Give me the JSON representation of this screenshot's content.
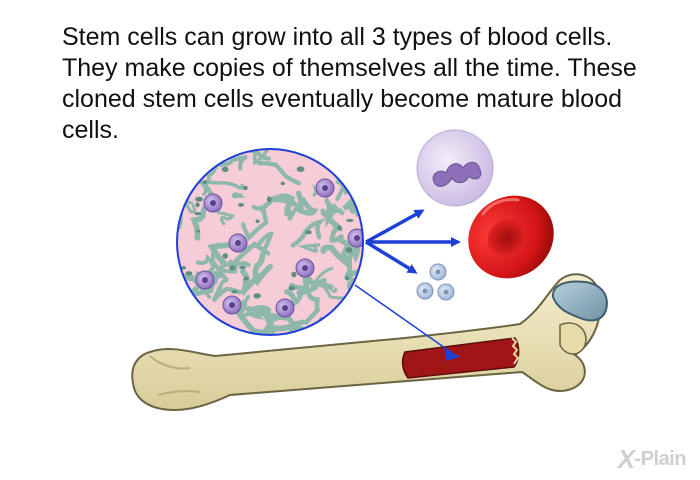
{
  "caption": "Stem cells can grow into all 3 types of blood cells. They make copies of themselves all the time. These cloned stem cells eventually become mature blood cells.",
  "logo": {
    "mark": "X",
    "text": "-Plain"
  },
  "colors": {
    "text": "#111111",
    "arrow": "#1f3fd6",
    "bone": "#ece2b6",
    "bone_outline": "#6b6444",
    "marrow": "#a01616",
    "cartilage": "#8fb0bf",
    "tissue_bg": "#f6ccd6",
    "tissue_cells": "#8fb8ad",
    "stem_cell": "#a487c9",
    "white_cell": "#e2d7ef",
    "red_cell": "#d21414",
    "platelet": "#b9cbe6"
  },
  "icons": [
    "bone-marrow-magnifier",
    "white-blood-cell-icon",
    "red-blood-cell-icon",
    "platelets-icon",
    "femur-bone-icon"
  ]
}
